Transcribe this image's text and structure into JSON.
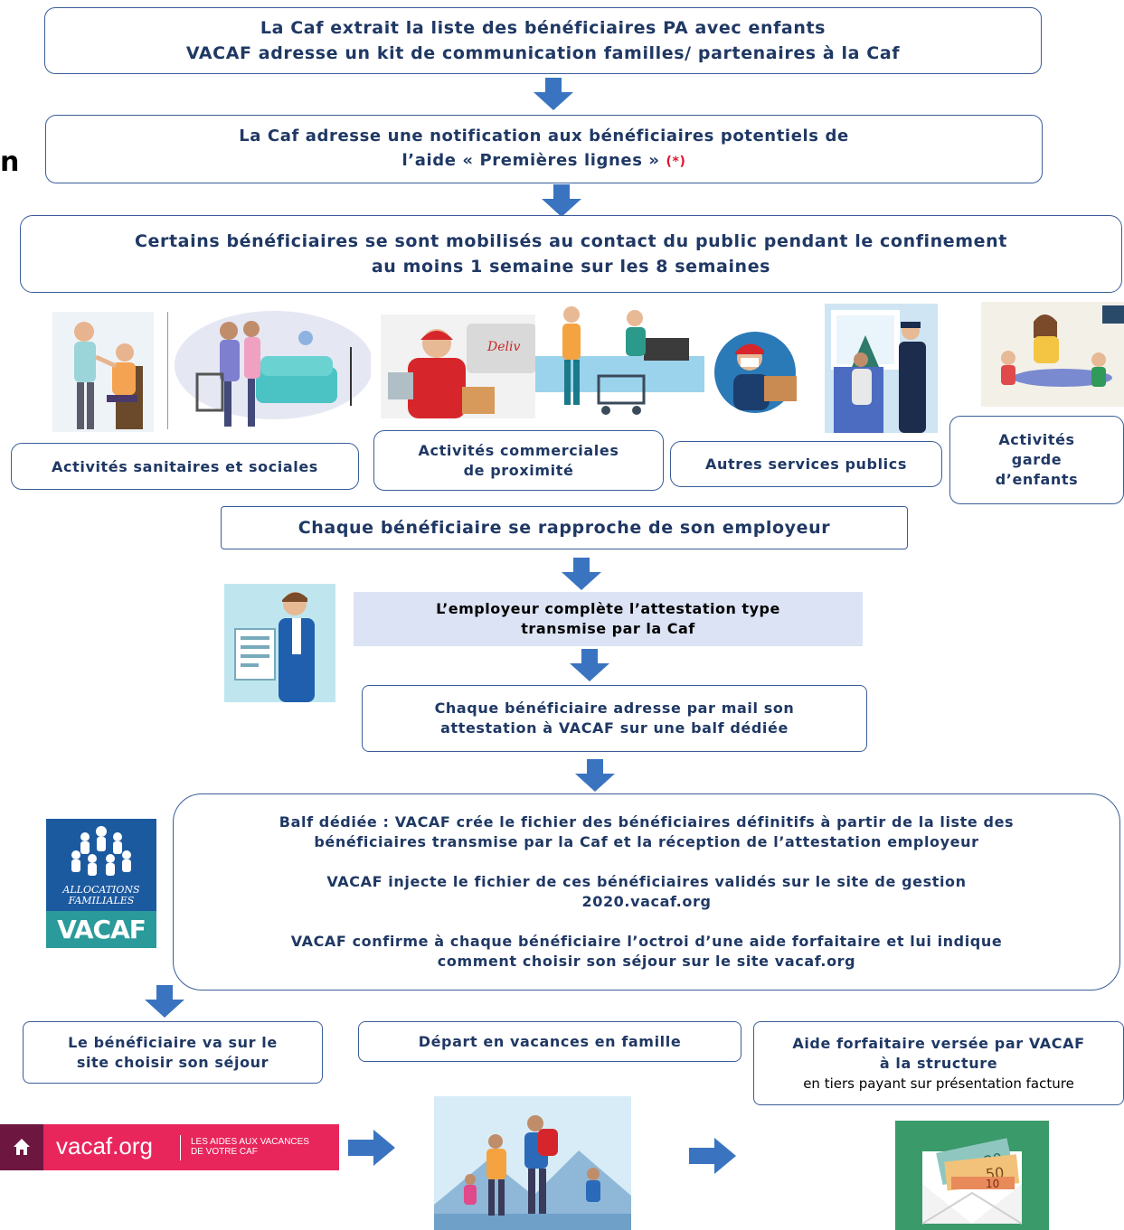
{
  "step1": {
    "line1": "La Caf extrait la liste des bénéficiaires PA avec enfants",
    "line2": "VACAF adresse un kit de communication familles/ partenaires à la Caf"
  },
  "left_fragment": "n",
  "step2": {
    "line1": "La Caf adresse une notification aux bénéficiaires potentiels de",
    "line2": "l’aide « Premières lignes »",
    "note": "(*)"
  },
  "step3": {
    "line1": "Certains bénéficiaires se sont mobilisés au contact du public pendant le confinement",
    "line2": "au moins 1 semaine sur les 8 semaines"
  },
  "activities": {
    "health_social": "Activités sanitaires et sociales",
    "commerce_line1": "Activités commerciales",
    "commerce_line2": "de proximité",
    "public_services": "Autres services publics",
    "childcare_line1": "Activités",
    "childcare_line2": "garde",
    "childcare_line3": "d’enfants"
  },
  "step4": "Chaque bénéficiaire se rapproche de son employeur",
  "step5": {
    "line1": "L’employeur complète l’attestation type",
    "line2": "transmise par la Caf"
  },
  "step6": {
    "line1": "Chaque bénéficiaire adresse par mail son",
    "line2": "attestation à VACAF sur une balf dédiée"
  },
  "step7": {
    "p1_line1": "Balf dédiée : VACAF crée le fichier des bénéficiaires définitifs à partir de la liste des",
    "p1_line2": "bénéficiaires transmise par la Caf et la réception de l’attestation employeur",
    "p2_line1": "VACAF injecte le fichier de ces bénéficiaires validés sur le site de gestion",
    "p2_line2": "2020.vacaf.org",
    "p3_line1": "VACAF confirme à chaque bénéficiaire l’octroi d’une aide forfaitaire et lui indique",
    "p3_line2": "comment choisir son séjour sur le site vacaf.org"
  },
  "logo": {
    "org_line1": "ALLOCATIONS",
    "org_line2": "FAMILIALES",
    "brand": "VACAF"
  },
  "bottom": {
    "choose_line1": "Le bénéficiaire va sur le",
    "choose_line2": "site choisir son séjour",
    "departure": "Départ en vacances en famille",
    "aid_line1": "Aide forfaitaire versée par VACAF",
    "aid_line2": "à la structure",
    "aid_line3": "en tiers payant sur présentation facture"
  },
  "banner": {
    "site": "vacaf.org",
    "tag_line1": "LES AIDES AUX VACANCES",
    "tag_line2": "DE VOTRE CAF"
  },
  "illustrations": {
    "banknotes": [
      "20",
      "50",
      "10"
    ],
    "truck_text": "Deliv"
  },
  "colors": {
    "arrow": "#3a74c0",
    "border": "#3a5d99",
    "text": "#1f3864",
    "highlight": "#dbe3f4",
    "vacaf_blue": "#1c5aa0",
    "vacaf_teal": "#2a9a9a",
    "banner_pink": "#e8265c",
    "banner_plum": "#6d1740",
    "envelope_green": "#3a9a6a"
  }
}
